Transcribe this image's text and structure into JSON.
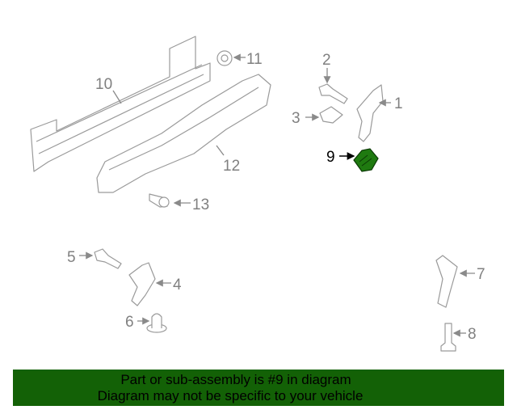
{
  "diagram": {
    "callouts": [
      {
        "number": "1",
        "highlighted": false
      },
      {
        "number": "2",
        "highlighted": false
      },
      {
        "number": "3",
        "highlighted": false
      },
      {
        "number": "4",
        "highlighted": false
      },
      {
        "number": "5",
        "highlighted": false
      },
      {
        "number": "6",
        "highlighted": false
      },
      {
        "number": "7",
        "highlighted": false
      },
      {
        "number": "8",
        "highlighted": false
      },
      {
        "number": "9",
        "highlighted": true
      },
      {
        "number": "10",
        "highlighted": false
      },
      {
        "number": "11",
        "highlighted": false
      },
      {
        "number": "12",
        "highlighted": false
      },
      {
        "number": "13",
        "highlighted": false
      }
    ],
    "highlight_color": "#1f7a10"
  },
  "banner": {
    "line1": "Part or sub-assembly is #9 in diagram",
    "line2": "Diagram may not be specific to your vehicle",
    "color": "#136106"
  }
}
